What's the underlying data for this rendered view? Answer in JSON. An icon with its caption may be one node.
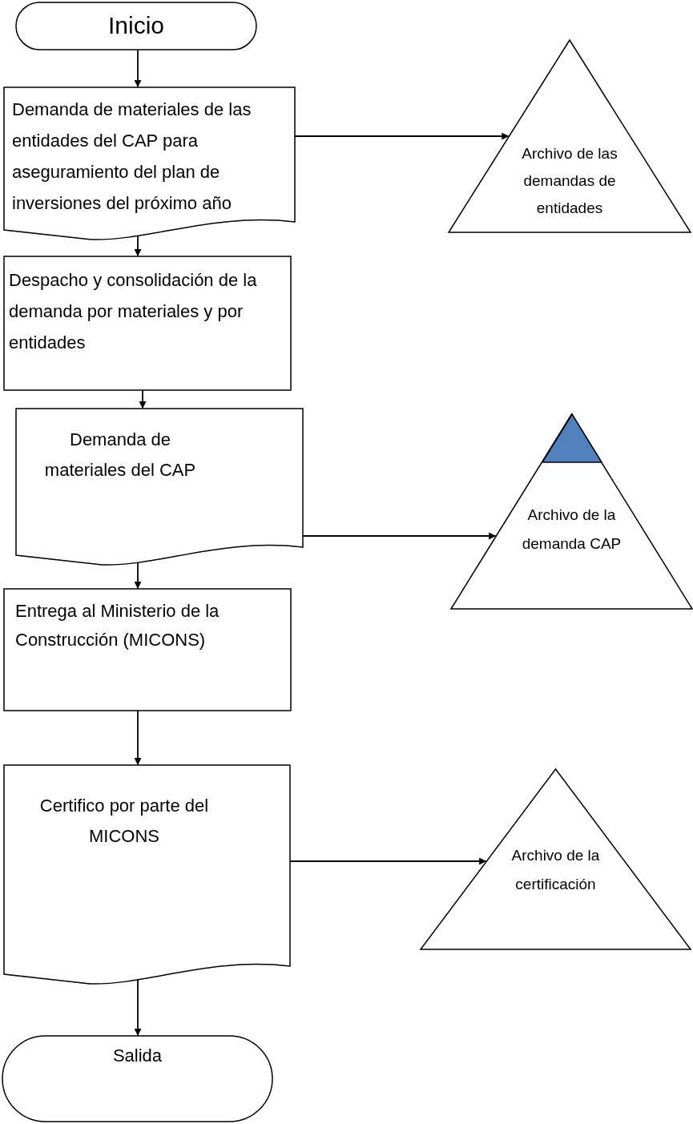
{
  "diagram": {
    "nodes": [
      {
        "text": [
          "Inicio"
        ]
      },
      {
        "text": [
          "Demanda de materiales de las entidades del CAP para aseguramiento del plan de inversiones del próximo año"
        ]
      },
      {
        "text": [
          "Archivo de las demandas de entidades"
        ]
      },
      {
        "text": [
          "Despacho y consolidación de la demanda por materiales y por entidades"
        ]
      },
      {
        "text": [
          "Demanda de materiales del CAP"
        ]
      },
      {
        "text": [
          "Archivo de la demanda CAP"
        ]
      },
      {
        "text": [],
        "shape": "triangle",
        "in": 5
      },
      {
        "text": [
          "Entrega al Ministerio de la Construcción (MICONS)"
        ]
      },
      {
        "text": [
          "Certifico por parte del MICONS"
        ]
      },
      {
        "text": [
          "Archivo de la certificación"
        ]
      },
      {
        "text": [
          "Salida"
        ]
      }
    ],
    "edges": [
      {
        "from": 0,
        "to": 1,
        "arrow": "to"
      },
      {
        "from": 1,
        "to": 2,
        "arrow": "to"
      },
      {
        "from": 1,
        "to": 3,
        "arrow": "to"
      },
      {
        "from": 3,
        "to": 4,
        "arrow": "to"
      },
      {
        "from": 4,
        "to": 5,
        "arrow": "to"
      },
      {
        "from": 4,
        "to": 7,
        "arrow": "to"
      },
      {
        "from": 7,
        "to": 8,
        "arrow": "to"
      },
      {
        "from": 8,
        "to": 9,
        "arrow": "to"
      },
      {
        "from": 8,
        "to": 10,
        "arrow": "to"
      }
    ]
  }
}
